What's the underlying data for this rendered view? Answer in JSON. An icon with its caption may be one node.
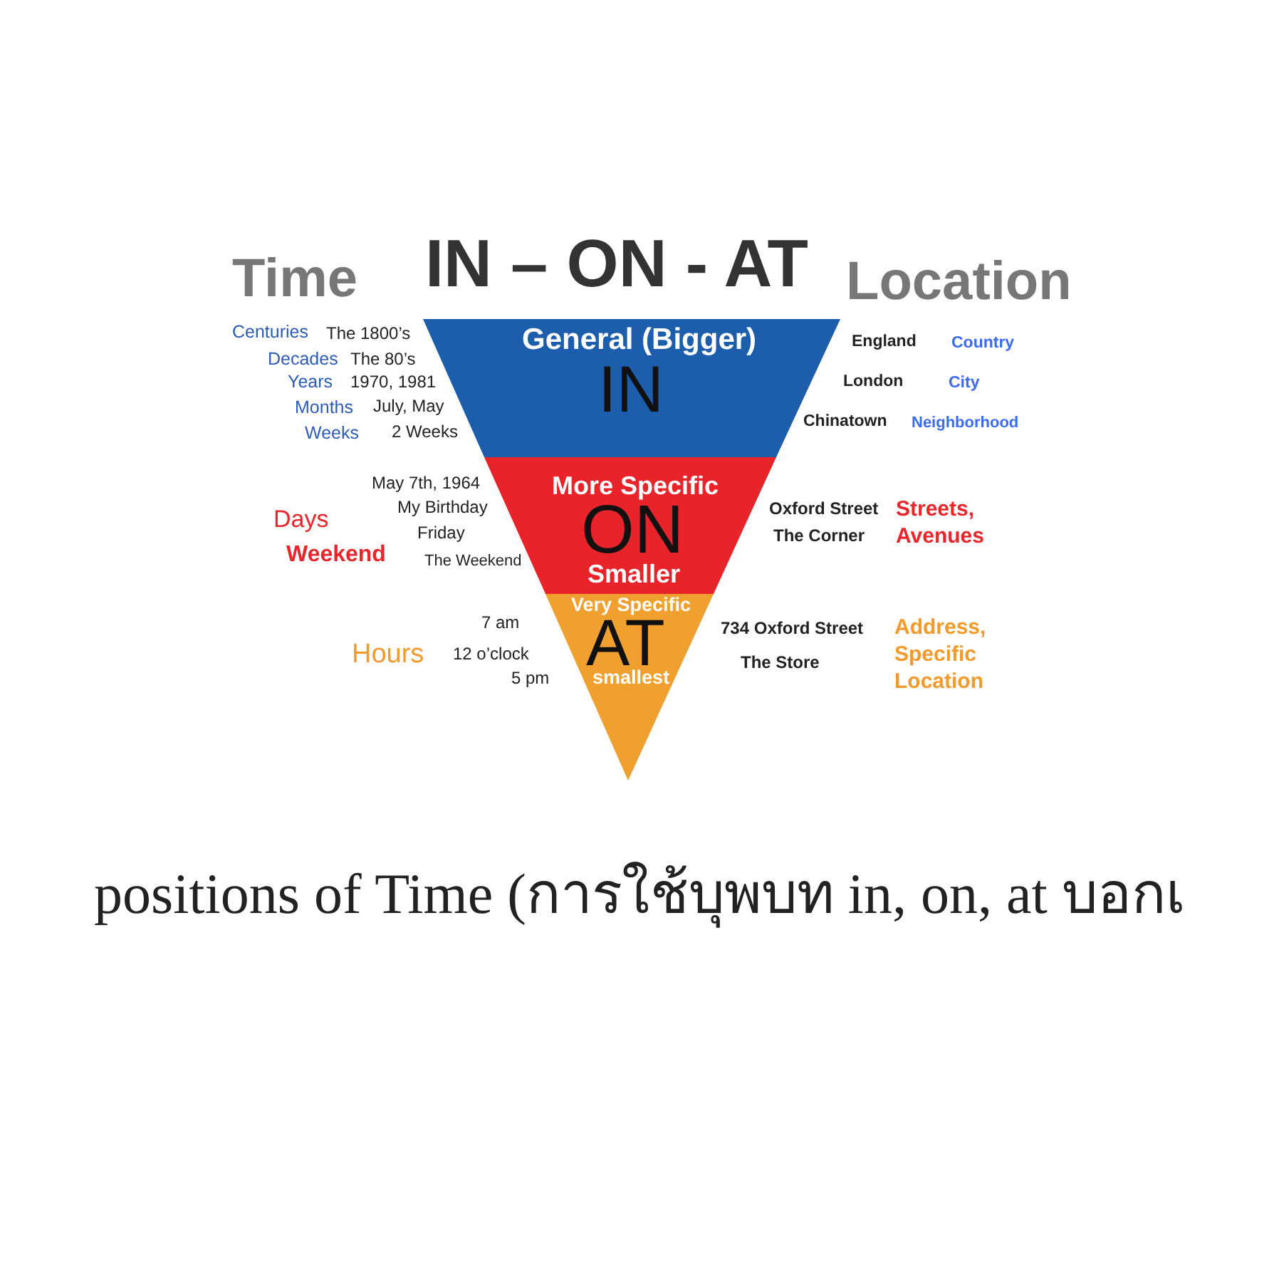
{
  "diagram": {
    "title": "IN – ON - AT",
    "caption": "positions of Time (การใช้บุพบท in, on, at บอกเ",
    "nodes": [
      {
        "text": [
          "General (Bigger)",
          "IN"
        ]
      },
      {
        "text": [
          "More Specific",
          "ON",
          "Smaller"
        ]
      },
      {
        "text": [
          "Very Specific",
          "AT",
          "smallest"
        ]
      }
    ],
    "labels": [
      "Time",
      "Location",
      "Centuries",
      "The 1800’s",
      "Decades",
      "The 80’s",
      "Years",
      "1970, 1981",
      "Months",
      "July, May",
      "Weeks",
      "2 Weeks",
      "England",
      "Country",
      "London",
      "City",
      "Chinatown",
      "Neighborhood",
      "Days",
      "Weekend",
      "May 7th, 1964",
      "My Birthday",
      "Friday",
      "The Weekend",
      "Oxford Street",
      "The Corner",
      "Streets, Avenues",
      "Hours",
      "7 am",
      "12 o’clock",
      "5 pm",
      "734 Oxford Street",
      "The Store",
      "Address, Specific Location"
    ]
  }
}
